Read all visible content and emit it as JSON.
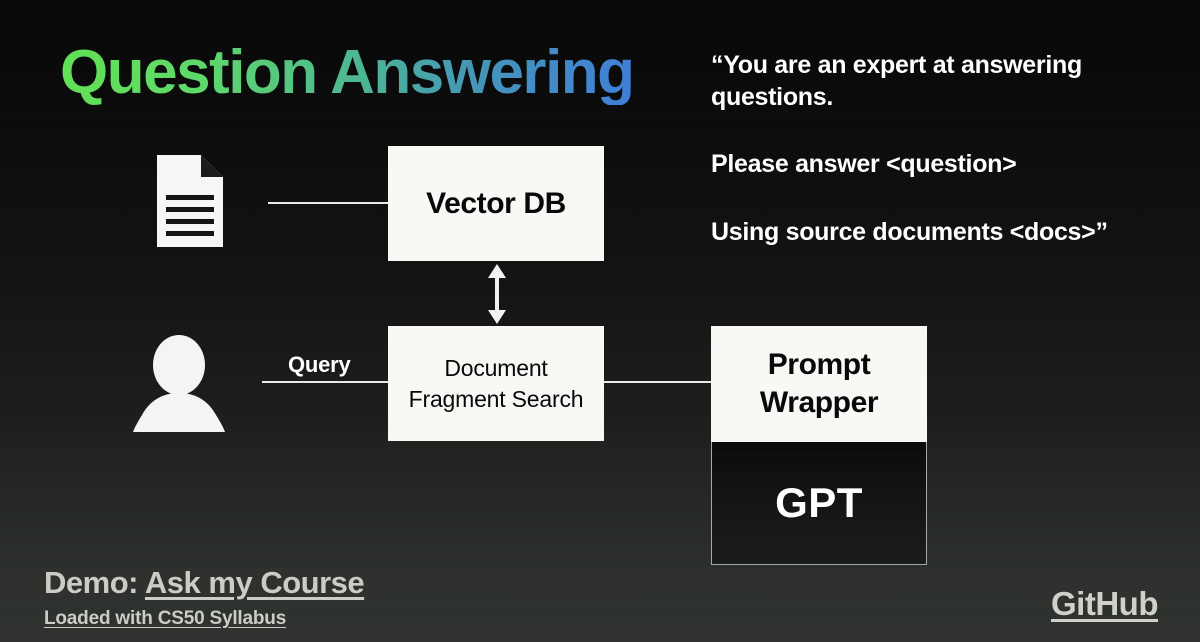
{
  "slide": {
    "title": "Question Answering",
    "title_gradient_from": "#62e055",
    "title_gradient_to": "#3f7fd8",
    "background_color": "#0a0b0a",
    "footer_band_color": "#2e312e"
  },
  "prompt": {
    "line1": "“You are an expert at answering",
    "line2": "questions.",
    "line3": "Please answer <question>",
    "line4": "Using source documents <docs>”",
    "color": "#ffffff"
  },
  "diagram": {
    "vector_db_label": "Vector DB",
    "document_fragment_line1": "Document",
    "document_fragment_line2": "Fragment Search",
    "prompt_wrapper_line1": "Prompt",
    "prompt_wrapper_line2": "Wrapper",
    "gpt_label": "GPT",
    "query_label": "Query",
    "box_fill": "#f8f8f5",
    "box_text": "#07090a",
    "gpt_fill": "#131413",
    "gpt_text": "#ffffff",
    "connector_color": "#e9eae8",
    "doc_icon_name": "document-icon",
    "user_icon_name": "user-silhouette-icon",
    "arrow_icon_name": "double-arrow-vertical-icon"
  },
  "footer": {
    "demo_prefix": "Demo: ",
    "demo_link": "Ask my Course",
    "demo_subtitle": "Loaded with CS50 Syllabus",
    "github_link": "GitHub",
    "text_color": "#cbcbc7"
  }
}
